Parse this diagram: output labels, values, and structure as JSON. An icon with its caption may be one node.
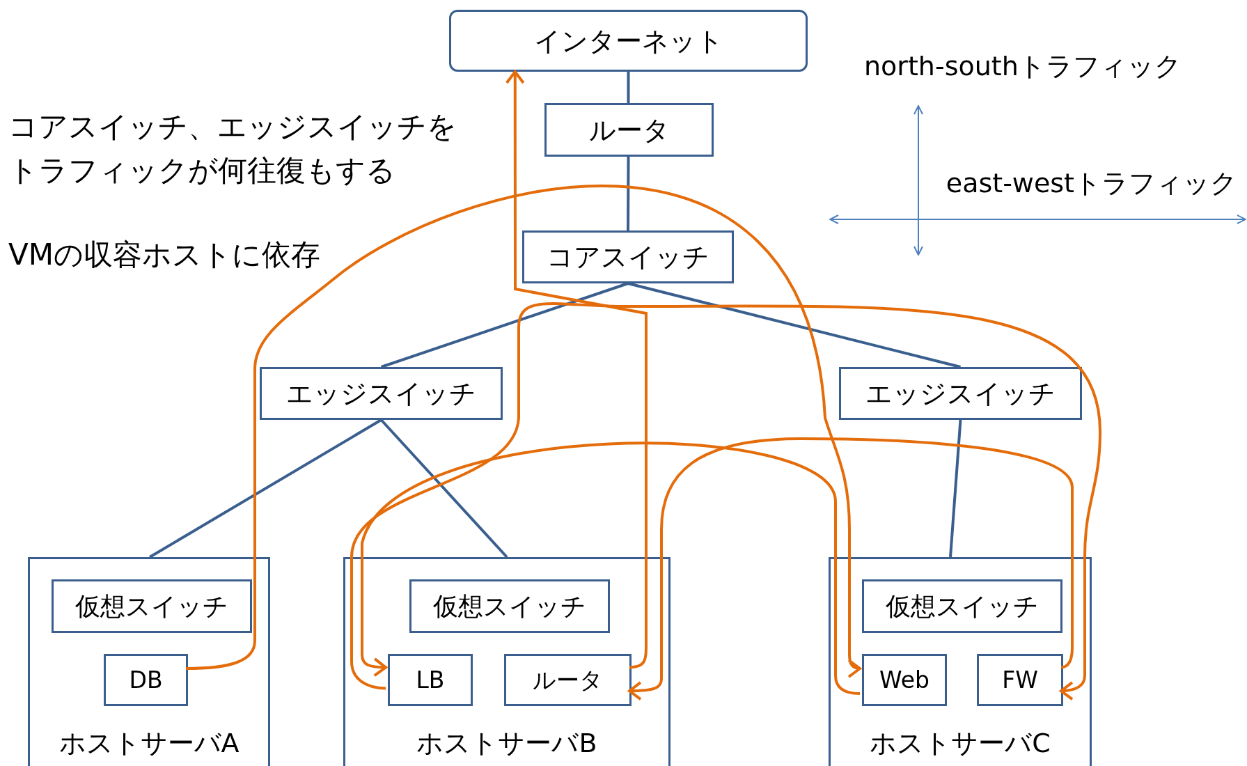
{
  "diagram": {
    "nodes": [
      {
        "text": [
          "インターネット"
        ]
      },
      {
        "text": [
          "ルータ"
        ]
      },
      {
        "text": [
          "コアスイッチ"
        ]
      },
      {
        "text": [
          "エッジスイッチ"
        ]
      },
      {
        "text": [
          "エッジスイッチ"
        ]
      },
      {
        "text": [
          "ホストサーバA"
        ]
      },
      {
        "text": [
          "仮想スイッチ"
        ],
        "in": 5
      },
      {
        "text": [
          "DB"
        ],
        "in": 5
      },
      {
        "text": [
          "ホストサーバB"
        ]
      },
      {
        "text": [
          "仮想スイッチ"
        ],
        "in": 8
      },
      {
        "text": [
          "LB"
        ],
        "in": 8
      },
      {
        "text": [
          "ルータ"
        ],
        "in": 8
      },
      {
        "text": [
          "ホストサーバC"
        ]
      },
      {
        "text": [
          "仮想スイッチ"
        ],
        "in": 12
      },
      {
        "text": [
          "Web"
        ],
        "in": 12
      },
      {
        "text": [
          "FW"
        ],
        "in": 12
      }
    ],
    "edges": [
      {
        "from": 0,
        "to": 1,
        "arrow": "none"
      },
      {
        "from": 1,
        "to": 2,
        "arrow": "none"
      },
      {
        "from": 2,
        "to": 3,
        "arrow": "none"
      },
      {
        "from": 2,
        "to": 4,
        "arrow": "none"
      },
      {
        "from": 3,
        "to": 5,
        "arrow": "none"
      },
      {
        "from": 3,
        "to": 8,
        "arrow": "none"
      },
      {
        "from": 4,
        "to": 12,
        "arrow": "none"
      },
      {
        "from": 7,
        "to": 14,
        "arrow": "to",
        "color": "#e46c0a"
      },
      {
        "from": 14,
        "to": 10,
        "arrow": "to",
        "color": "#e46c0a"
      },
      {
        "from": 10,
        "to": 15,
        "arrow": "to",
        "color": "#e46c0a"
      },
      {
        "from": 15,
        "to": 11,
        "arrow": "to",
        "color": "#e46c0a"
      },
      {
        "from": 11,
        "to": 0,
        "arrow": "to",
        "color": "#e46c0a"
      }
    ],
    "labels": [
      "コアスイッチ、エッジスイッチをトラフィックが何往復もする",
      "VMの収容ホストに依存",
      "north-southトラフィック",
      "east-westトラフィック"
    ]
  }
}
